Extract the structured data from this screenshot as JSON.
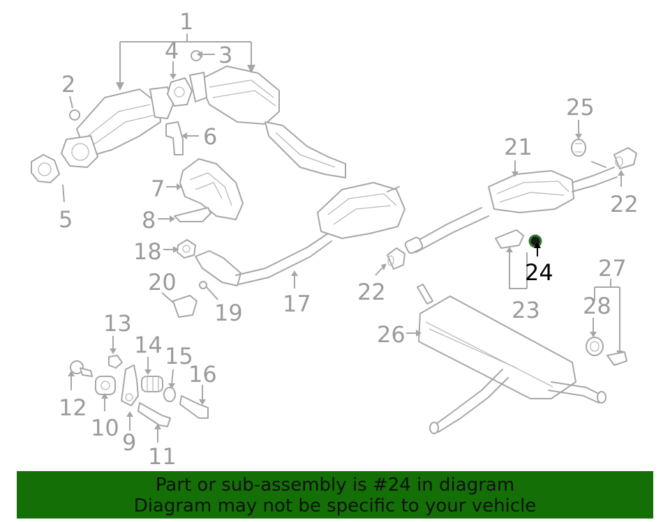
{
  "diagram": {
    "highlighted_part": "24",
    "callouts": [
      "1",
      "2",
      "3",
      "4",
      "5",
      "6",
      "7",
      "8",
      "18",
      "20",
      "19",
      "17",
      "13",
      "14",
      "15",
      "16",
      "12",
      "10",
      "9",
      "11",
      "21",
      "25",
      "22",
      "22",
      "24",
      "23",
      "26",
      "27",
      "28"
    ]
  },
  "banner": {
    "line1": "Part or sub-assembly is #24 in diagram",
    "line2": "Diagram may not be specific to your vehicle"
  },
  "colors": {
    "part_stroke": "#a6a6a6",
    "highlight": "#000000",
    "banner_bg": "#136f06"
  }
}
